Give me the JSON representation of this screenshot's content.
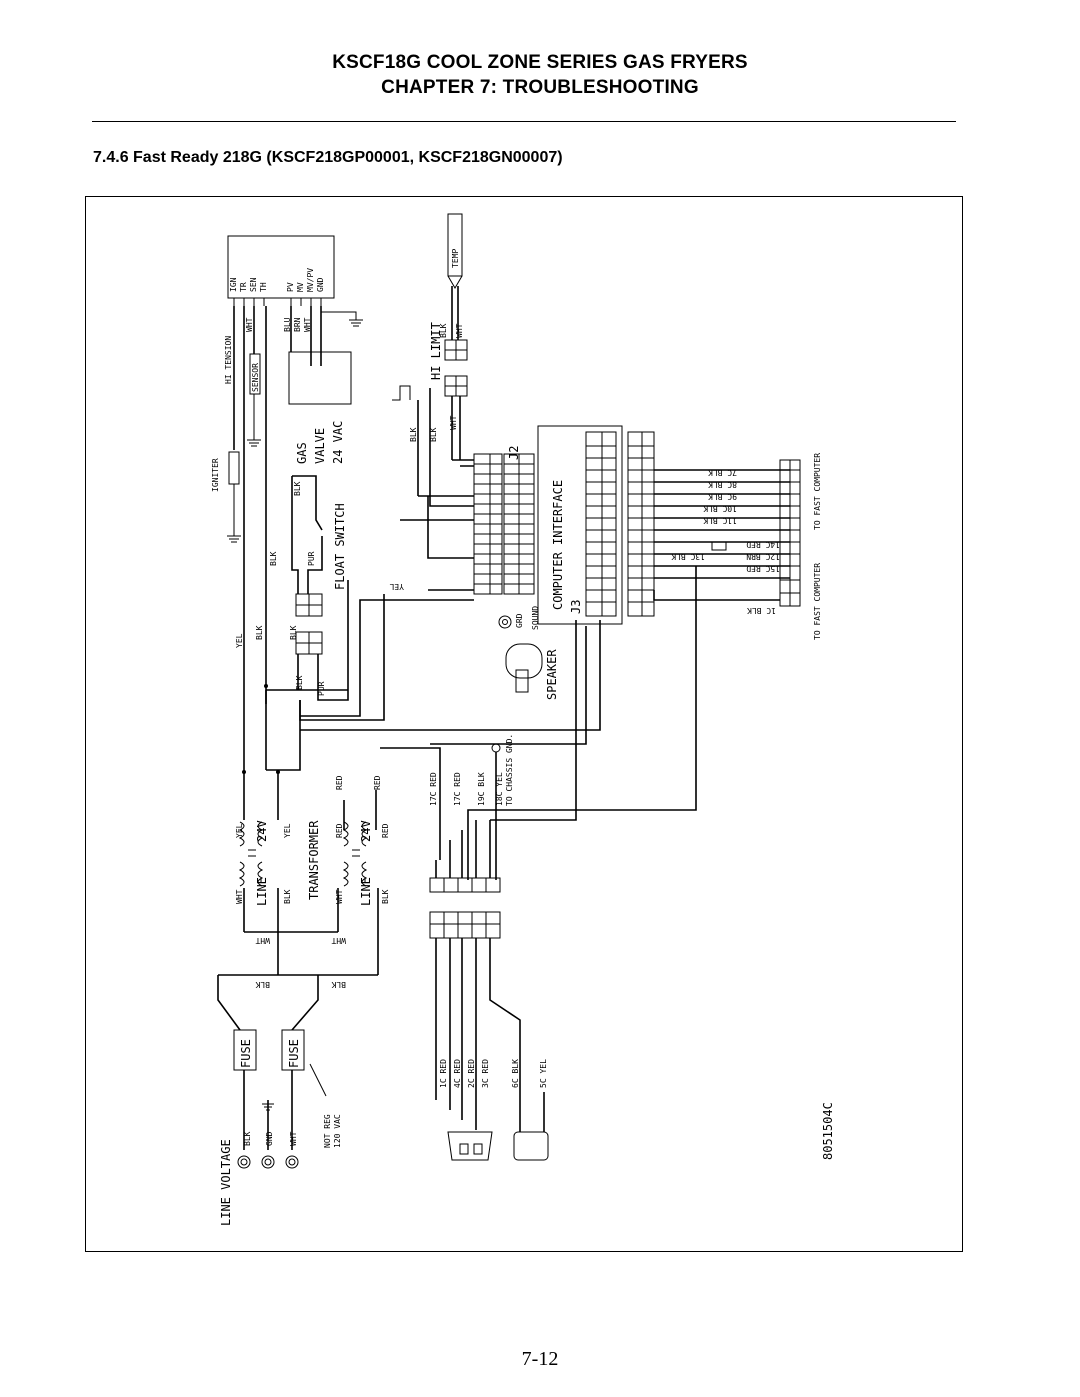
{
  "header": {
    "title_line1": "KSCF18G COOL ZONE SERIES GAS FRYERS",
    "title_line2": "CHAPTER 7:  TROUBLESHOOTING"
  },
  "section": {
    "heading": "7.4.6 Fast Ready 218G (KSCF218GP00001, KSCF218GN00007)"
  },
  "diagram": {
    "module_pins": [
      "IGN",
      "TR",
      "SEN",
      "TH",
      "PV",
      "MV",
      "MV/PV",
      "GND"
    ],
    "module_wires": [
      "WHT",
      "BLU",
      "BRN",
      "WHT"
    ],
    "hi_tension": "HI TENSION",
    "sensor": "SENSOR",
    "igniter": "IGNITER",
    "gas_valve": [
      "GAS",
      "VALVE",
      "24 VAC"
    ],
    "temp_probe": "TEMP",
    "hi_limit": "HI LIMIT",
    "hi_limit_wires": [
      "BLK",
      "WHT"
    ],
    "hi_limit_lower_wires": [
      "BLK",
      "BLK",
      "WHT"
    ],
    "float_switch": "FLOAT SWITCH",
    "float_wires": [
      "BLK",
      "PUR",
      "BLK"
    ],
    "j2_label": "J2",
    "j3_label": "J3",
    "computer_interface": "COMPUTER INTERFACE",
    "speaker": "SPEAKER",
    "grd": "GRD",
    "sound": "SOUND",
    "yel": "YEL",
    "yel_left": "YEL",
    "blk_left": "BLK",
    "blk_plug": "BLK",
    "pur_plug": "PUR",
    "blk_fs": "BLK",
    "to_fast_computer": "TO FAST COMPUTER",
    "right_wires": [
      "7C BLK",
      "8C BLK",
      "9C BLK",
      "10C BLK",
      "11C BLK"
    ],
    "diode_wires": [
      "13C BLK",
      "14C RED",
      "12C BRN",
      "15C RED"
    ],
    "wire_1c_blk": "1C BLK",
    "vertical_wires": [
      "17C RED",
      "17C RED",
      "19C BLK",
      "18C YEL"
    ],
    "chassis_gnd": "TO CHASSIS GND.",
    "transformer": "TRANSFORMER",
    "transformer_24v": "24V",
    "transformer_line": "LINE",
    "xfmr_wires_left": [
      "YEL",
      "YEL",
      "WHT",
      "BLK"
    ],
    "xfmr_wires_right": [
      "RED",
      "RED",
      "WHT",
      "BLK"
    ],
    "red_top": [
      "RED",
      "RED"
    ],
    "wht_lines": [
      "WHT",
      "WHT"
    ],
    "blk_lines": [
      "BLK",
      "BLK"
    ],
    "fuse": "FUSE",
    "line_voltage": "LINE VOLTAGE",
    "lv_wires": [
      "BLK",
      "GND",
      "WHT"
    ],
    "not_reg": [
      "NOT REG",
      "120 VAC"
    ],
    "switch_wires": [
      "1C RED",
      "4C RED",
      "2C RED",
      "3C RED",
      "6C BLK",
      "5C YEL"
    ],
    "drawing_number": "8051504C"
  },
  "footer": {
    "page_number": "7-12"
  }
}
